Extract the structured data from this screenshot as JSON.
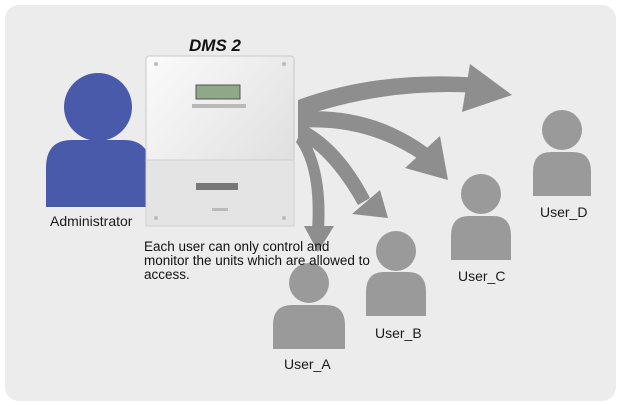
{
  "device": {
    "name": "DMS 2"
  },
  "administrator": {
    "label": "Administrator",
    "color": "#4a5aab"
  },
  "user_color": "#9a9a9a",
  "arrow_color": "#8e8e8e",
  "background_color": "#ececec",
  "note": "Each user can only control and monitor the units which are allowed to access.",
  "users": [
    {
      "label": "User_A"
    },
    {
      "label": "User_B"
    },
    {
      "label": "User_C"
    },
    {
      "label": "User_D"
    }
  ]
}
